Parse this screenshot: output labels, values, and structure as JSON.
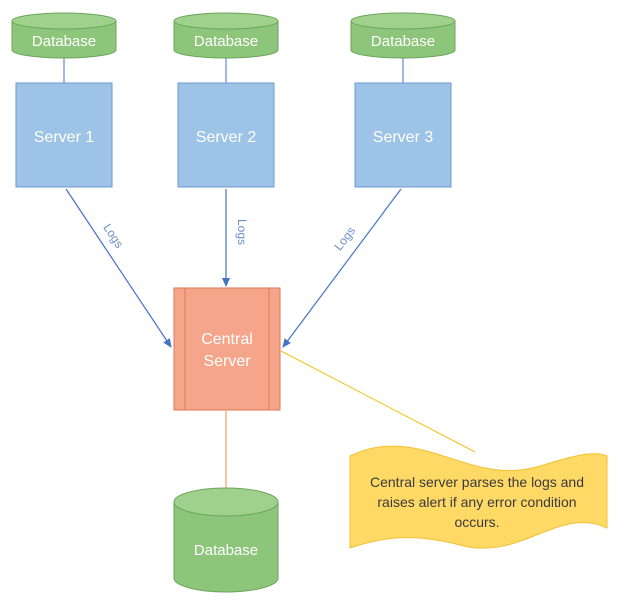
{
  "nodes": {
    "db_top_1": {
      "label": "Database"
    },
    "db_top_2": {
      "label": "Database"
    },
    "db_top_3": {
      "label": "Database"
    },
    "server_1": {
      "label": "Server 1"
    },
    "server_2": {
      "label": "Server 2"
    },
    "server_3": {
      "label": "Server 3"
    },
    "central_server": {
      "label_line1": "Central",
      "label_line2": "Server"
    },
    "db_bottom": {
      "label": "Database"
    }
  },
  "edges": {
    "log_1": {
      "label": "Logs"
    },
    "log_2": {
      "label": "Logs"
    },
    "log_3": {
      "label": "Logs"
    }
  },
  "note": {
    "text": "Central server parses the logs and raises alert if any error condition occurs."
  },
  "colors": {
    "db_fill": "#8dc57a",
    "db_stroke": "#6aa55a",
    "server_fill": "#9dc3e6",
    "server_stroke": "#6b9bd1",
    "central_fill": "#f4a58a",
    "central_stroke": "#e07a55",
    "arrow": "#4472c4",
    "note_fill": "#ffd966",
    "note_stroke": "#f1c232",
    "callout_line": "#f0c419",
    "db_link_line": "#e8903a"
  }
}
